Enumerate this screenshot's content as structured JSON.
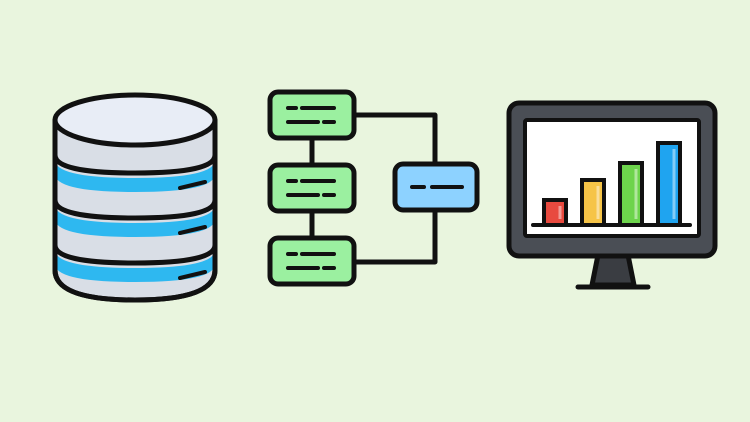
{
  "colors": {
    "background": "#E9F5DE",
    "outline": "#111111",
    "database_body": "#D9DEE6",
    "database_top": "#E8EDF6",
    "database_stripe": "#2EB8F0",
    "workflow_node": "#9BF0A0",
    "workflow_node_active": "#8DD2FF",
    "monitor_frame": "#4A4E55",
    "monitor_screen": "#FFFFFF",
    "monitor_stand": "#3A3D42",
    "bar_red": "#E84A3F",
    "bar_yellow": "#F6C447",
    "bar_green": "#6DD44C",
    "bar_blue": "#1FA4F0"
  },
  "icons": {
    "database": "database-icon",
    "workflow": "workflow-diagram-icon",
    "monitor": "monitor-chart-icon"
  },
  "monitor_chart": {
    "type": "bar",
    "values": [
      0.25,
      0.45,
      0.62,
      0.82
    ]
  }
}
